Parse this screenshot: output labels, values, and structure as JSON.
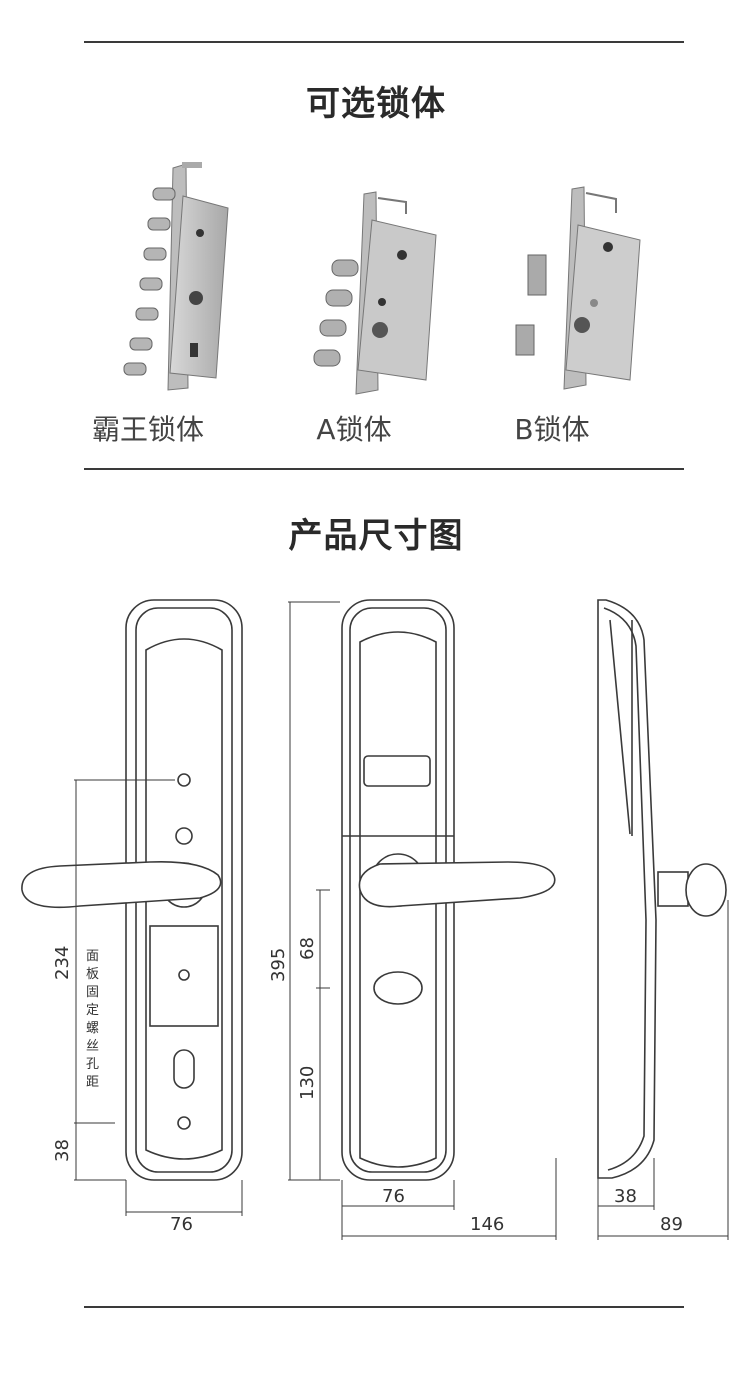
{
  "section1": {
    "title": "可选锁体",
    "locks": [
      {
        "label": "霸王锁体"
      },
      {
        "label": "A锁体"
      },
      {
        "label": "B锁体"
      }
    ]
  },
  "section2": {
    "title": "产品尺寸图",
    "dims": {
      "front_width": "76",
      "hole_spacing": "234",
      "hole_bottom": "38",
      "hole_note": [
        "面",
        "板",
        "固",
        "定",
        "螺",
        "丝",
        "孔",
        "距"
      ],
      "overall_height": "395",
      "handle_to_key": "68",
      "key_to_bottom": "130",
      "back_width": "76",
      "handle_reach": "146",
      "side_depth": "38",
      "side_total": "89"
    }
  },
  "colors": {
    "line": "#3a3a3a",
    "metal": "#c8c8c8",
    "metal_dark": "#8a8a8a"
  }
}
